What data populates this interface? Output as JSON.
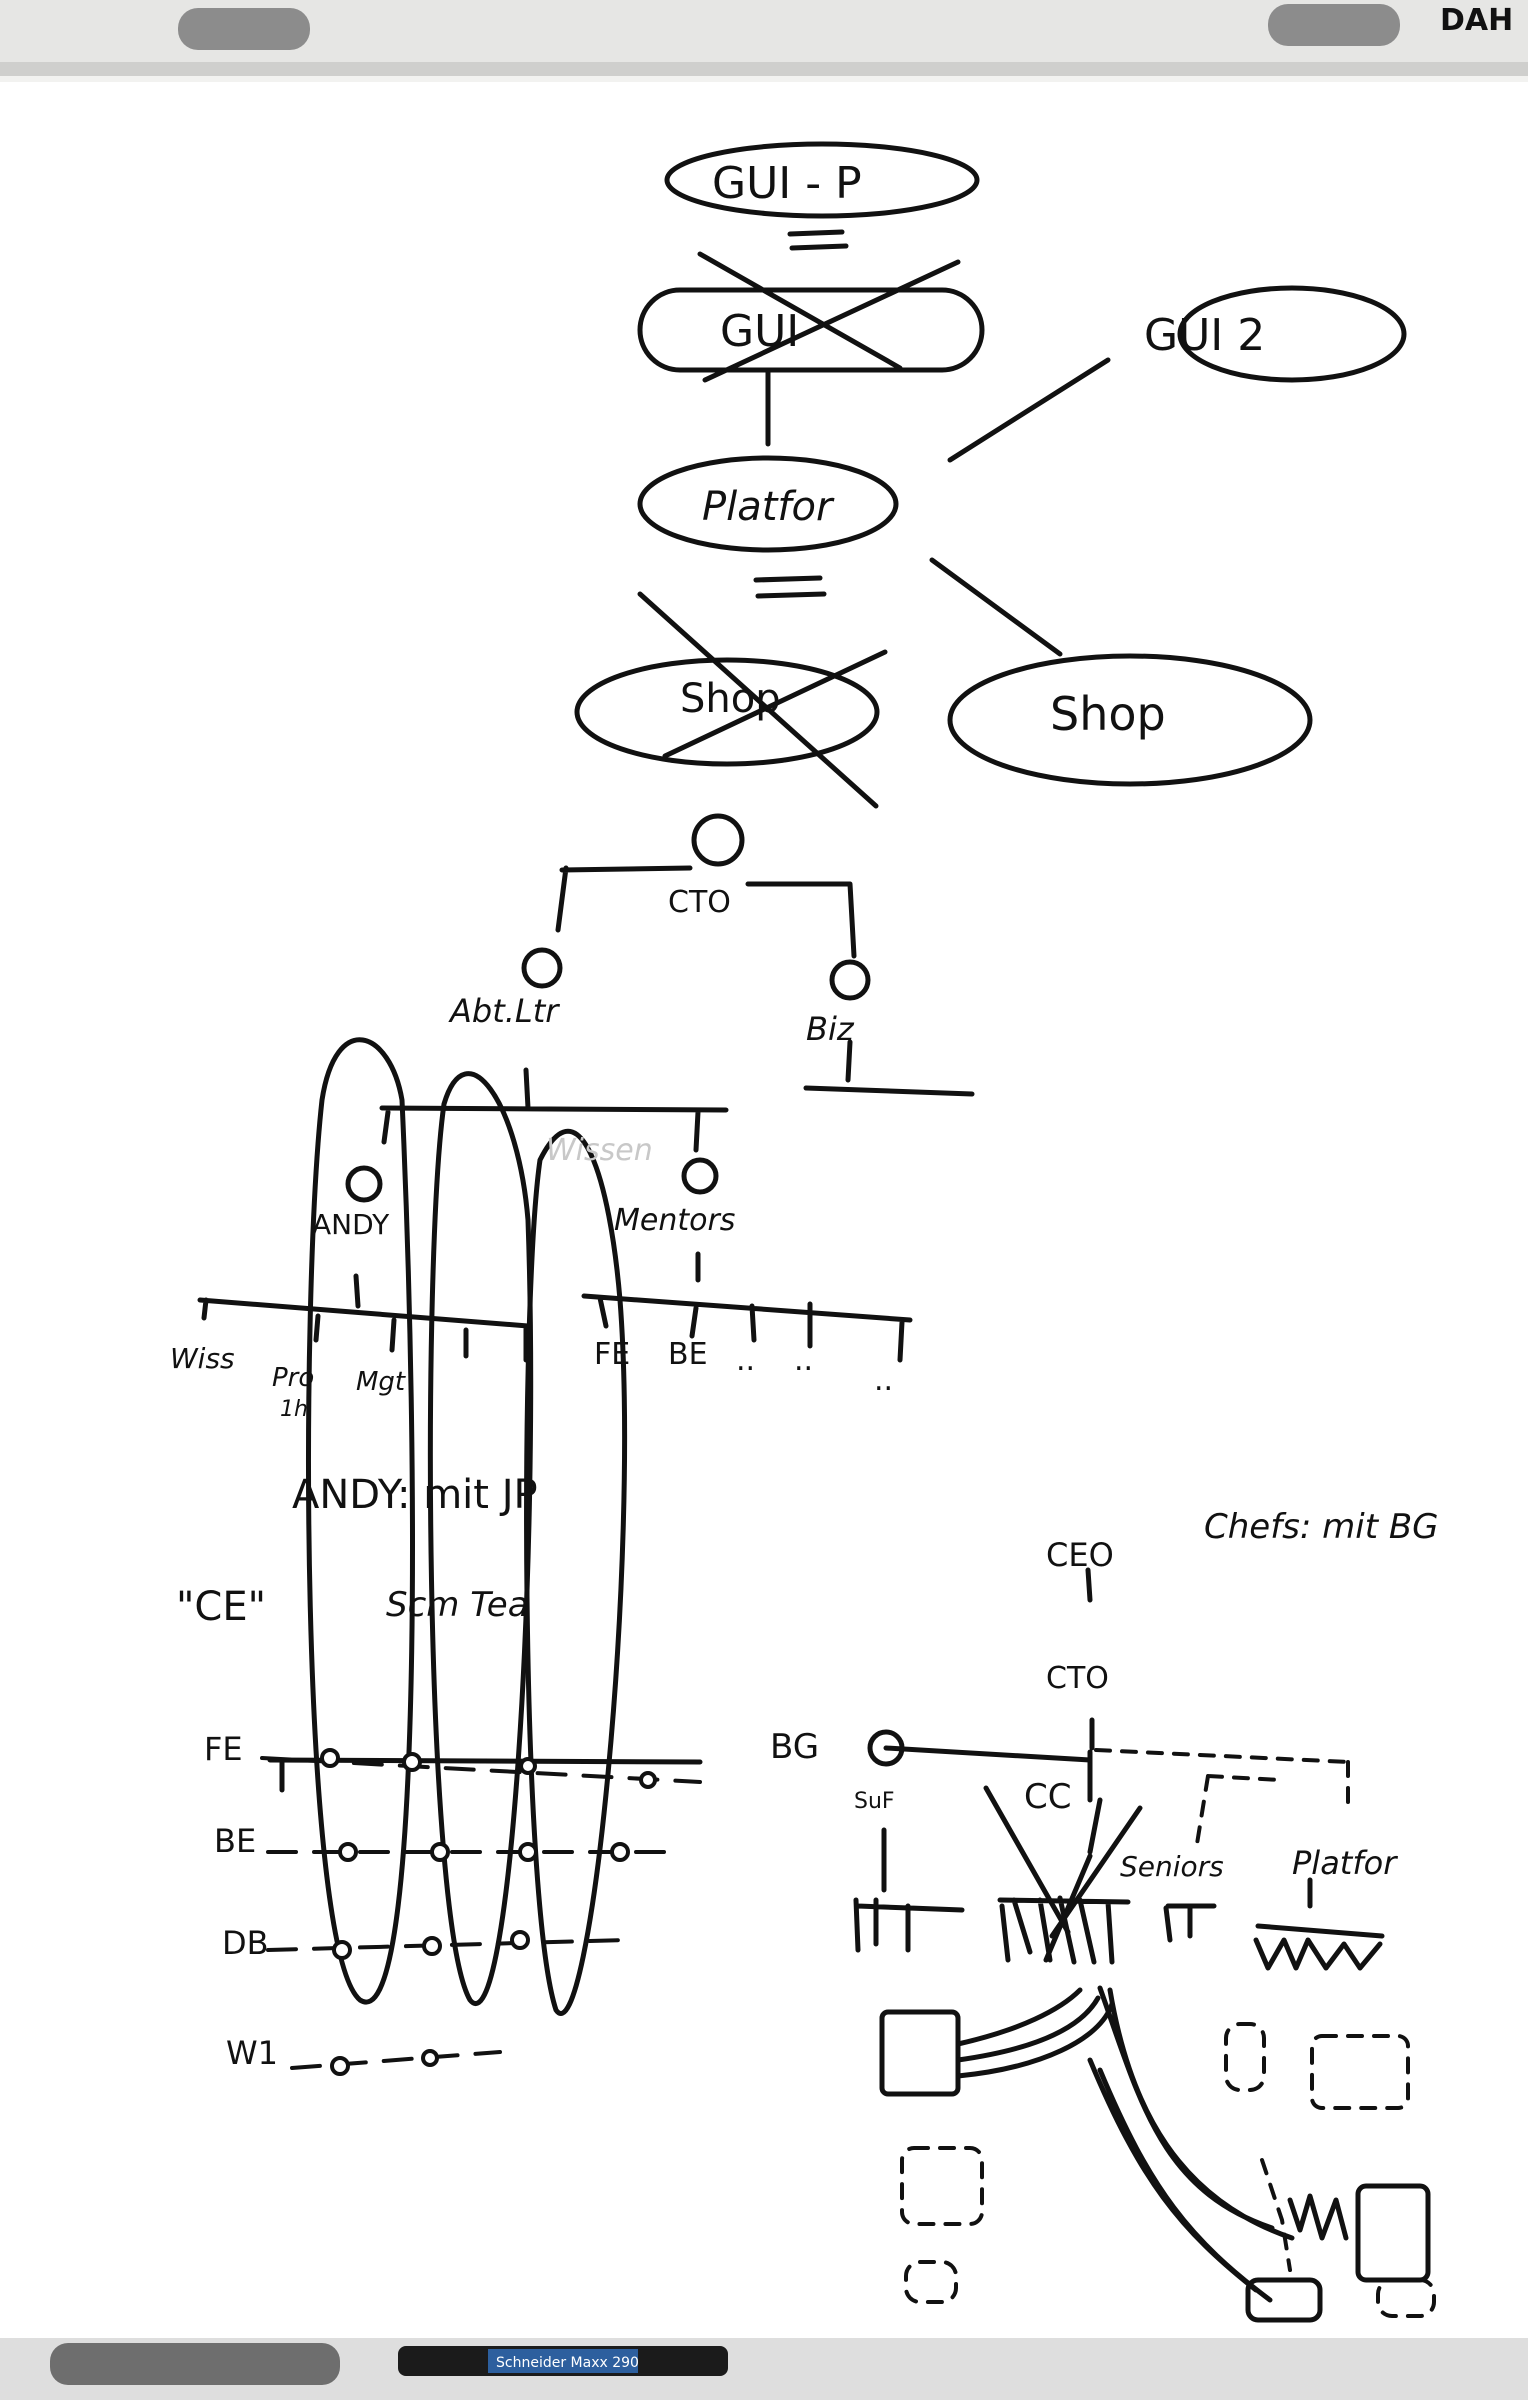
{
  "board": {
    "brand": "DAH",
    "marker_label": "Schneider Maxx 290"
  },
  "top_diagram": {
    "nodes": {
      "gui_p": "GUI - P",
      "gui": "GUI",
      "gui2": "GUI 2",
      "platform": "Platfor",
      "shop_crossed": "Shop",
      "shop": "Shop"
    },
    "equals_sign": "="
  },
  "org_tree": {
    "cto": "CTO",
    "left": "Abt.Ltr",
    "right": "Biz",
    "faded": "Wissen",
    "andy": "ANDY",
    "mentors": "Mentors",
    "leaves_left": [
      "Wiss",
      "Pro",
      "Mgt"
    ],
    "leaves_left_sub": "1h",
    "leaves_right": [
      "FE",
      "BE",
      "..",
      "..",
      ".."
    ]
  },
  "matrix": {
    "heading": "ANDY: mit JP",
    "corner": "\"CE\"",
    "cols_label": "Scm Tea",
    "rows": [
      "FE",
      "BE",
      "DB",
      "W1"
    ]
  },
  "right_tree": {
    "heading": "Chefs: mit BG",
    "ceo": "CEO",
    "cto": "CTO",
    "bg": "BG",
    "sub": "SuF",
    "cc": "CC",
    "seniors": "Seniors",
    "platform": "Platfor"
  }
}
